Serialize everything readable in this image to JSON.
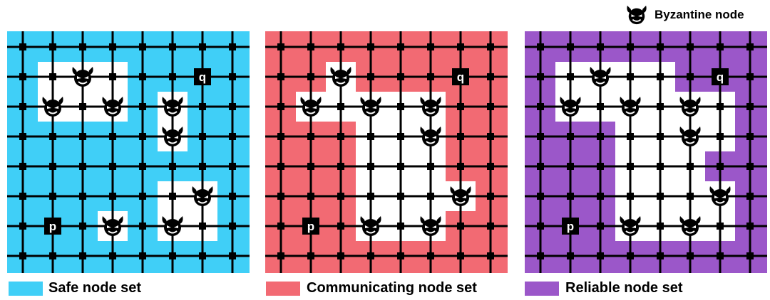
{
  "legend": {
    "byzantine_label": "Byzantine node",
    "safe_label": "Safe node set",
    "communicating_label": "Communicating node set",
    "reliable_label": "Reliable node set"
  },
  "colors": {
    "safe": "#40cff7",
    "communicating": "#f26a73",
    "reliable": "#9b57c9",
    "node": "#000000",
    "grid_line": "#000000",
    "byzantine_icon": "#000000"
  },
  "node_labels": {
    "p": "p",
    "q": "q"
  },
  "grid": {
    "columns": 8,
    "rows": 8,
    "byzantine_nodes": [
      {
        "col": 2,
        "row": 1
      },
      {
        "col": 1,
        "row": 2
      },
      {
        "col": 3,
        "row": 2
      },
      {
        "col": 5,
        "row": 2
      },
      {
        "col": 5,
        "row": 3
      },
      {
        "col": 6,
        "row": 5
      },
      {
        "col": 3,
        "row": 6
      },
      {
        "col": 5,
        "row": 6
      }
    ],
    "p_node": {
      "col": 1,
      "row": 6
    },
    "q_node": {
      "col": 6,
      "row": 1
    }
  },
  "panels": [
    {
      "id": "safe",
      "color_key": "safe",
      "excluded_nodes": [
        [
          1,
          1
        ],
        [
          2,
          1
        ],
        [
          3,
          1
        ],
        [
          1,
          2
        ],
        [
          2,
          2
        ],
        [
          3,
          2
        ],
        [
          5,
          2
        ],
        [
          5,
          3
        ],
        [
          5,
          5
        ],
        [
          6,
          5
        ],
        [
          5,
          6
        ],
        [
          6,
          6
        ],
        [
          3,
          6
        ]
      ]
    },
    {
      "id": "communicating",
      "color_key": "communicating",
      "excluded_nodes": [
        [
          2,
          1
        ],
        [
          1,
          2
        ],
        [
          2,
          2
        ],
        [
          3,
          2
        ],
        [
          4,
          2
        ],
        [
          5,
          2
        ],
        [
          3,
          3
        ],
        [
          4,
          3
        ],
        [
          5,
          3
        ],
        [
          3,
          4
        ],
        [
          4,
          4
        ],
        [
          5,
          4
        ],
        [
          3,
          5
        ],
        [
          4,
          5
        ],
        [
          5,
          5
        ],
        [
          6,
          5
        ],
        [
          3,
          6
        ],
        [
          4,
          6
        ],
        [
          5,
          6
        ]
      ]
    },
    {
      "id": "reliable",
      "color_key": "reliable",
      "excluded_nodes": [
        [
          1,
          1
        ],
        [
          2,
          1
        ],
        [
          3,
          1
        ],
        [
          4,
          1
        ],
        [
          1,
          2
        ],
        [
          2,
          2
        ],
        [
          3,
          2
        ],
        [
          4,
          2
        ],
        [
          5,
          2
        ],
        [
          6,
          2
        ],
        [
          3,
          3
        ],
        [
          4,
          3
        ],
        [
          5,
          3
        ],
        [
          6,
          3
        ],
        [
          3,
          4
        ],
        [
          4,
          4
        ],
        [
          5,
          4
        ],
        [
          3,
          5
        ],
        [
          4,
          5
        ],
        [
          5,
          5
        ],
        [
          6,
          5
        ],
        [
          3,
          6
        ],
        [
          4,
          6
        ],
        [
          5,
          6
        ],
        [
          6,
          6
        ]
      ]
    }
  ]
}
